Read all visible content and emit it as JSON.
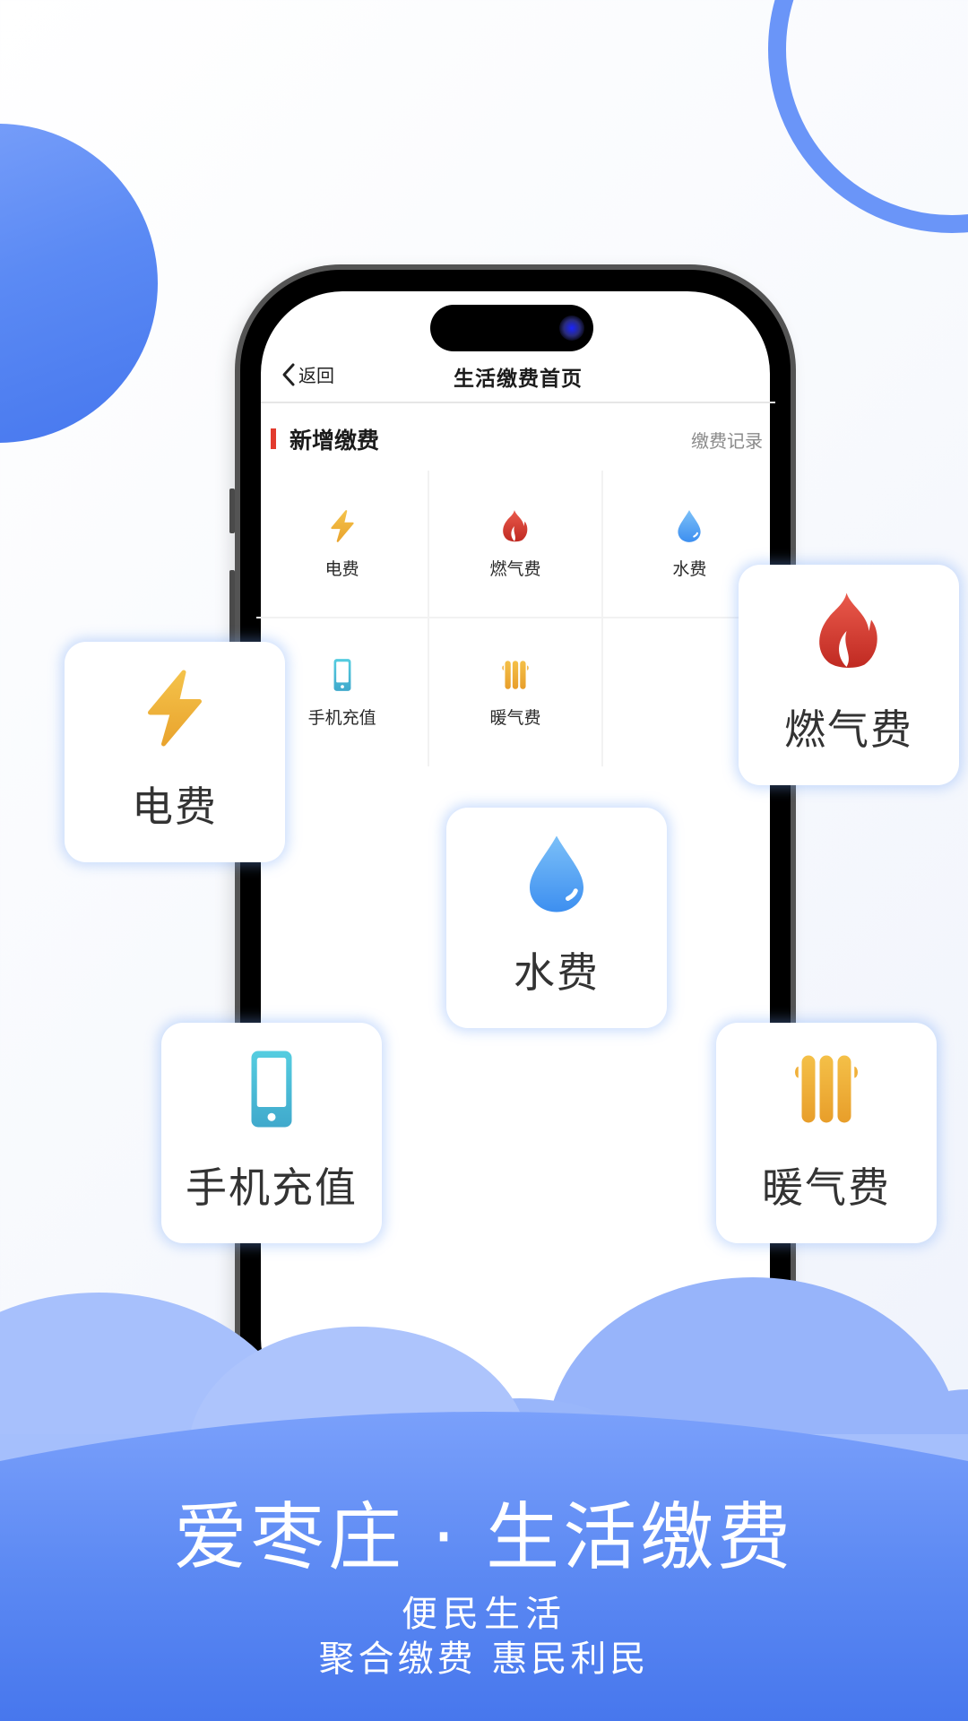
{
  "navbar": {
    "back_label": "返回",
    "title": "生活缴费首页"
  },
  "section": {
    "title": "新增缴费",
    "link": "缴费记录",
    "accent_color": "#e23b2e"
  },
  "services": [
    {
      "label": "电费",
      "icon": "lightning-icon",
      "color": "#f0b03a"
    },
    {
      "label": "燃气费",
      "icon": "flame-icon",
      "color": "#d2372e"
    },
    {
      "label": "水费",
      "icon": "water-drop-icon",
      "color": "#4d9ef2"
    },
    {
      "label": "手机充值",
      "icon": "mobile-phone-icon",
      "color": "#4ec3d8"
    },
    {
      "label": "暖气费",
      "icon": "radiator-icon",
      "color": "#f0ac33"
    }
  ],
  "cards": {
    "electricity": "电费",
    "gas": "燃气费",
    "water": "水费",
    "mobile": "手机充值",
    "heating": "暖气费"
  },
  "promo": {
    "headline": "爱枣庄 · 生活缴费",
    "line1": "便民生活",
    "line2": "聚合缴费 惠民利民"
  },
  "colors": {
    "brand_blue": "#4a7af0",
    "cloud_light": "#adc4fc",
    "cloud_mid": "#97b4fa"
  }
}
